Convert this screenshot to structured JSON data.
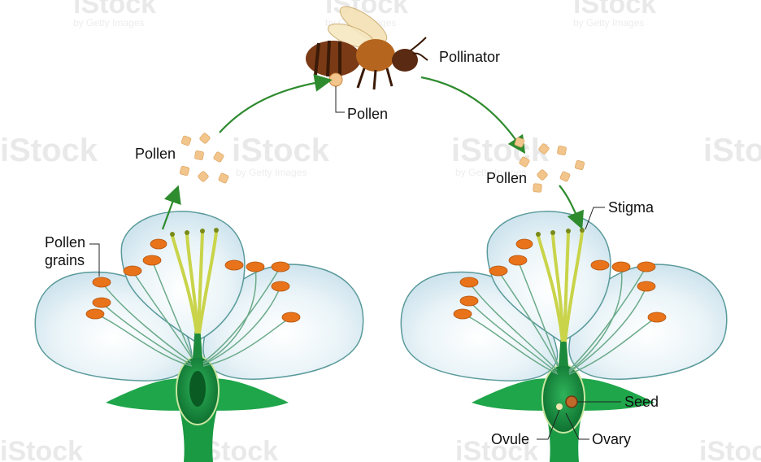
{
  "labels": {
    "pollinator": "Pollinator",
    "bee_pollen": "Pollen",
    "pollen_left": "Pollen",
    "pollen_right": "Pollen",
    "pollen_grains_line1": "Pollen",
    "pollen_grains_line2": "grains",
    "stigma": "Stigma",
    "seed": "Seed",
    "ovule": "Ovule",
    "ovary": "Ovary"
  },
  "watermark": {
    "brand": "iStock",
    "credit": "by Getty Images"
  },
  "colors": {
    "arrow": "#2e8b2e",
    "pollen": "#f2c58c",
    "anther": "#e8731a",
    "filament": "#c9d44a",
    "sepal": "#1fa64a",
    "petal_edge": "#5a9a9a",
    "petal_fill": "#e4f1f6"
  }
}
